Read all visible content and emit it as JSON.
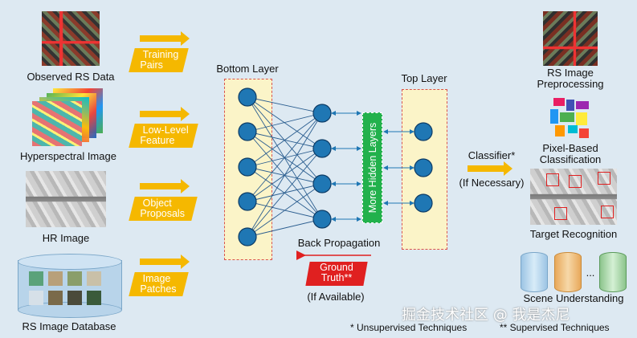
{
  "inputs": {
    "observed": "Observed RS Data",
    "hyperspectral": "Hyperspectral Image",
    "hr": "HR Image",
    "database": "RS Image Database"
  },
  "tags": {
    "training_pairs": [
      "Training",
      "Pairs"
    ],
    "low_level": [
      "Low-Level",
      "Feature"
    ],
    "object_proposals": [
      "Object",
      "Proposals"
    ],
    "image_patches": [
      "Image",
      "Patches"
    ]
  },
  "network": {
    "bottom_layer": "Bottom Layer",
    "top_layer": "Top Layer",
    "hidden_layers": "More Hidden Layers",
    "back_propagation": "Back Propagation",
    "ground_truth": [
      "Ground",
      "Truth**"
    ],
    "if_available": "(If Available)",
    "classifier": "Classifier*",
    "if_necessary": "(If Necessary)"
  },
  "outputs": {
    "preprocessing": [
      "RS Image",
      "Preprocessing"
    ],
    "pixel": [
      "Pixel-Based",
      "Classification"
    ],
    "target": "Target Recognition",
    "scene": "Scene Understanding",
    "ellipsis": "..."
  },
  "footer": {
    "left": "* Unsupervised Techniques",
    "right": "** Supervised Techniques",
    "watermark": "掘金技术社区 @ 我是杰尼"
  },
  "colors": {
    "tag": "#f5b800",
    "node": "#1f77b4",
    "hidden": "#22b14c",
    "red": "#e02020",
    "background": "#dde9f2"
  }
}
